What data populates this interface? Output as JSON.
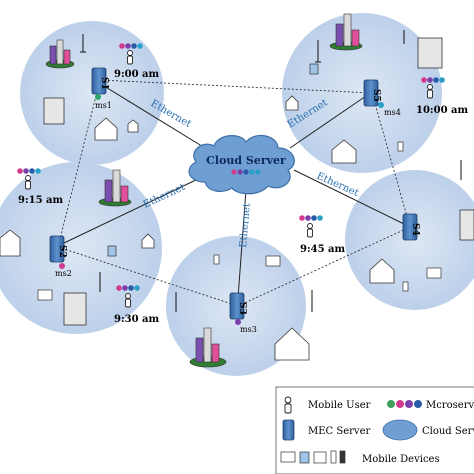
{
  "cloud": {
    "label": "Cloud Server"
  },
  "link_label": "Ethernet",
  "cells": {
    "s1": {
      "server": "S1",
      "ms": "ms1",
      "time": "9:00 am"
    },
    "s5": {
      "server": "S5",
      "ms": "ms4",
      "time": "10:00 am"
    },
    "s2": {
      "server": "S2",
      "ms": "ms2",
      "time_a": "9:15 am",
      "time_b": "9:30 am"
    },
    "s3": {
      "server": "S3",
      "ms": "ms3"
    },
    "s4": {
      "server": "S4",
      "time": "9:45 am"
    }
  },
  "legend": {
    "mobile_user": "Mobile User",
    "microservice": "Mcroservi",
    "mec_server": "MEC Server",
    "cloud_server": "Cloud Serv",
    "mobile_devices": "Mobile Devices"
  },
  "colors": {
    "cell_fill": "#c9d9ee",
    "server_blue": "#3f78b8",
    "cloud_fill": "#6f9fd2",
    "ms_colors": [
      "#d23a8e",
      "#7a3fa8",
      "#2a5ba8",
      "#2aa0c8"
    ]
  }
}
